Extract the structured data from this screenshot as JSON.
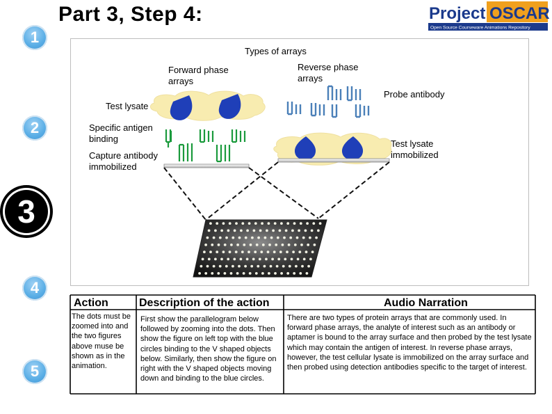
{
  "slide": {
    "title": "Part 3, Step 4:",
    "steps": [
      "1",
      "2",
      "3",
      "4",
      "5"
    ],
    "active_step": "3"
  },
  "logo": {
    "word1": "Project",
    "word2": "OSCAR",
    "tagline": "Open Source Courseware Animations Repository"
  },
  "diagram": {
    "title": "Types of arrays",
    "forward_label": "Forward phase arrays",
    "reverse_label": "Reverse phase arrays",
    "probe_antibody": "Probe antibody",
    "test_lysate": "Test lysate",
    "specific_antigen": "Specific antigen binding",
    "capture_antibody": "Capture antibody immobilized",
    "test_lysate_immobilized": "Test lysate immobilized"
  },
  "table": {
    "headers": {
      "action": "Action",
      "description": "Description of the action",
      "audio": "Audio Narration"
    },
    "action_text": "The dots must be zoomed into and the two figures above muse be shown as in the animation.",
    "description_text": "First show the parallelogram below followed by zooming into the dots. Then show the figure on left top with the blue circles binding to the V shaped objects below. Similarly, then show the figure on right with the V shaped objects moving down and binding to the blue circles.",
    "audio_text": "There are two types of protein arrays that are commonly used. In forward phase arrays, the analyte of interest such as an antibody or aptamer is bound to the array surface and then probed by the test lysate which may contain the antigen of interest. In reverse phase arrays, however, the test cellular lysate is immobilized on the array surface and then probed using detection antibodies specific to the target of interest."
  },
  "colors": {
    "step_blue": "#5aaee6",
    "antigen_blue": "#1f3fb8",
    "capture_green": "#1a9a3c",
    "probe_blue": "#4a7fb8",
    "lysate_yellow": "#f8ecb0",
    "logo_blue": "#1b3a8c",
    "logo_orange": "#f0a01e"
  }
}
